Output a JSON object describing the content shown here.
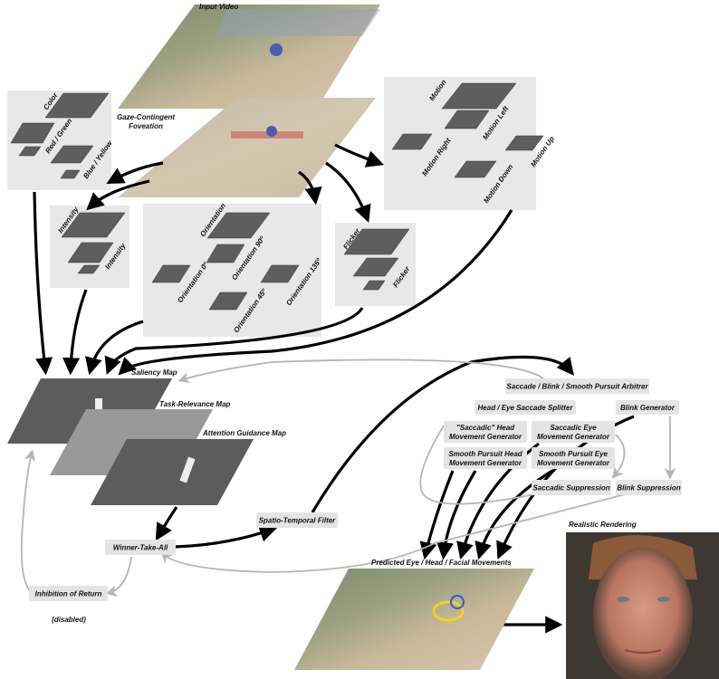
{
  "title_labels": {
    "input_video": "Input Video",
    "foveation": "Gaze-Contingent Foveation",
    "saliency_map": "Saliency Map",
    "task_relevance_map": "Task-Relevance Map",
    "attention_guidance_map": "Attention Guidance Map",
    "predicted": "Predicted Eye / Head / Facial Movements",
    "realistic_rendering": "Realistic Rendering",
    "disabled": "(disabled)"
  },
  "panels": {
    "color": {
      "title": "Color",
      "sub": [
        "Red / Green",
        "Blue / Yellow"
      ]
    },
    "intensity": {
      "title": "Intensity",
      "sub": [
        "Intensity"
      ]
    },
    "orientation": {
      "title": "Orientation",
      "sub": [
        "Orientation 0º",
        "Orientation 90º",
        "Orientation 45º",
        "Orientation 135º"
      ]
    },
    "flicker": {
      "title": "Flicker",
      "sub": [
        "Flicker"
      ]
    },
    "motion": {
      "title": "Motion",
      "sub": [
        "Motion Right",
        "Motion Left",
        "Motion Down",
        "Motion Up"
      ]
    }
  },
  "boxes": {
    "winner_take_all": "Winner-Take-All",
    "spatio_temporal_filter": "Spatio-Temporal Filter",
    "inhibition_of_return": "Inhibition of Return",
    "arbiter": "Saccade / Blink / Smooth Pursuit Arbitrer",
    "splitter": "Head / Eye Saccade Splitter",
    "blink_generator": "Blink Generator",
    "saccadic_head_1": "\"Saccadic\" Head",
    "saccadic_head_2": "Movement Generator",
    "saccadic_eye_1": "Saccadic Eye",
    "saccadic_eye_2": "Movement Generator",
    "smooth_head_1": "Smooth Pursuit Head",
    "smooth_head_2": "Movement Generator",
    "smooth_eye_1": "Smooth Pursuit Eye",
    "smooth_eye_2": "Movement Generator",
    "saccadic_suppression": "Saccadic Suppression",
    "blink_suppression": "Blink Suppression"
  }
}
